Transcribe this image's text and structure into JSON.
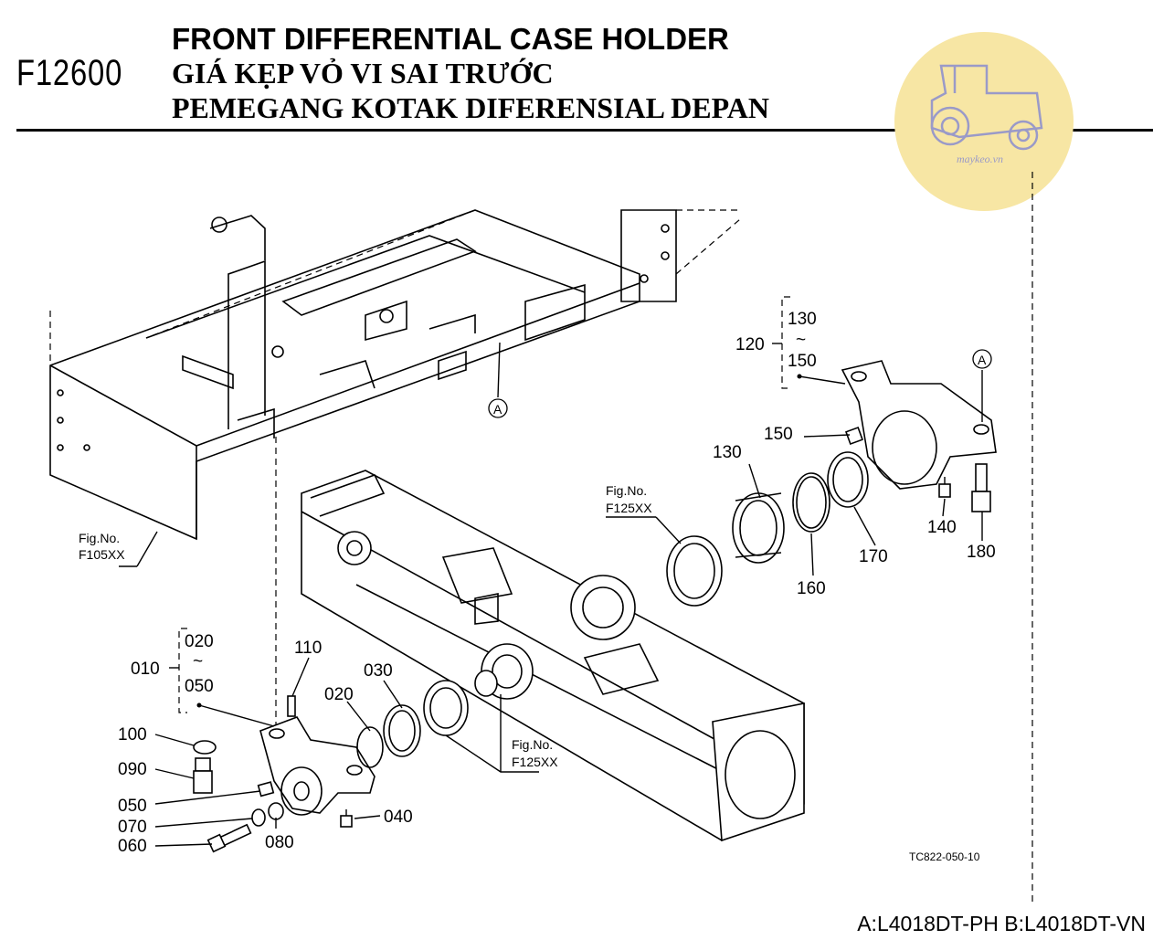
{
  "header": {
    "page_code": "F12600",
    "title_en": "FRONT DIFFERENTIAL CASE HOLDER",
    "title_vn": "GIÁ KẸP VỎ VI SAI TRƯỚC",
    "title_id": "PEMEGANG KOTAK DIFERENSIAL DEPAN"
  },
  "watermark": {
    "text": "maykeo.vn",
    "circle_color": "#f7e6a4",
    "icon": "tractor-icon"
  },
  "callouts": {
    "p010": "010",
    "p020a": "020",
    "tilde_a": "~",
    "p050a": "050",
    "p020": "020",
    "p030": "030",
    "p040": "040",
    "p050": "050",
    "p060": "060",
    "p070": "070",
    "p080": "080",
    "p090": "090",
    "p100": "100",
    "p110": "110",
    "p120": "120",
    "p130a": "130",
    "tilde_b": "~",
    "p150a": "150",
    "p130": "130",
    "p140": "140",
    "p150": "150",
    "p160": "160",
    "p170": "170",
    "p180": "180"
  },
  "refs": {
    "fig_label": "Fig.No.",
    "fig_frame": "F105XX",
    "fig_axle": "F125XX",
    "fig_bearing": "F125XX",
    "marker_a1": "A",
    "marker_a2": "A"
  },
  "drawing_code": "TC822-050-10",
  "footer": {
    "models": "A:L4018DT-PH B:L4018DT-VN"
  }
}
